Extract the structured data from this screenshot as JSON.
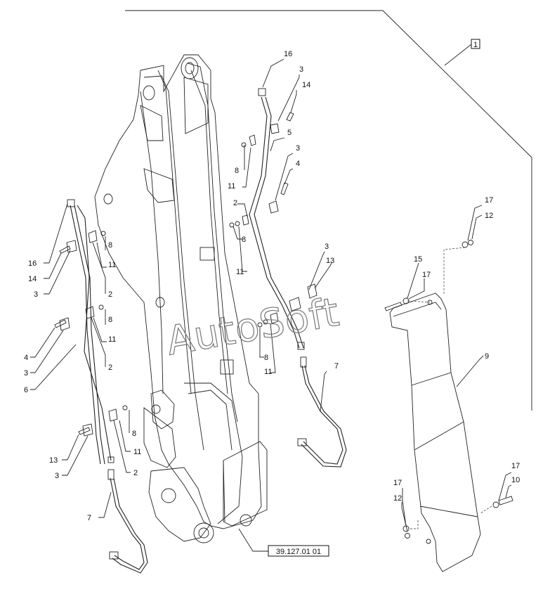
{
  "diagram": {
    "reference_box": "1",
    "ref_code": "39.127.01 01",
    "watermark": "AutoSoft",
    "callouts": {
      "c16a": "16",
      "c3a": "3",
      "c14a": "14",
      "c5": "5",
      "c3b": "3",
      "c8a": "8",
      "c11a": "11",
      "c4a": "4",
      "c2a": "2",
      "c8b": "8",
      "c11b": "11",
      "c3c": "3",
      "c13a": "13",
      "c8c": "8",
      "c11c": "11",
      "c7a": "7",
      "c16b": "16",
      "c14b": "14",
      "c3d": "3",
      "c8d": "8",
      "c11d": "11",
      "c2b": "2",
      "c4b": "4",
      "c3e": "3",
      "c6": "6",
      "c8e": "8",
      "c11e": "11",
      "c2c": "2",
      "c8f": "8",
      "c11f": "11",
      "c13b": "13",
      "c3f": "3",
      "c2d": "2",
      "c7b": "7",
      "c17a": "17",
      "c12a": "12",
      "c15": "15",
      "c17b": "17",
      "c9": "9",
      "c17c": "17",
      "c10": "10",
      "c17d": "17",
      "c12b": "12"
    }
  }
}
